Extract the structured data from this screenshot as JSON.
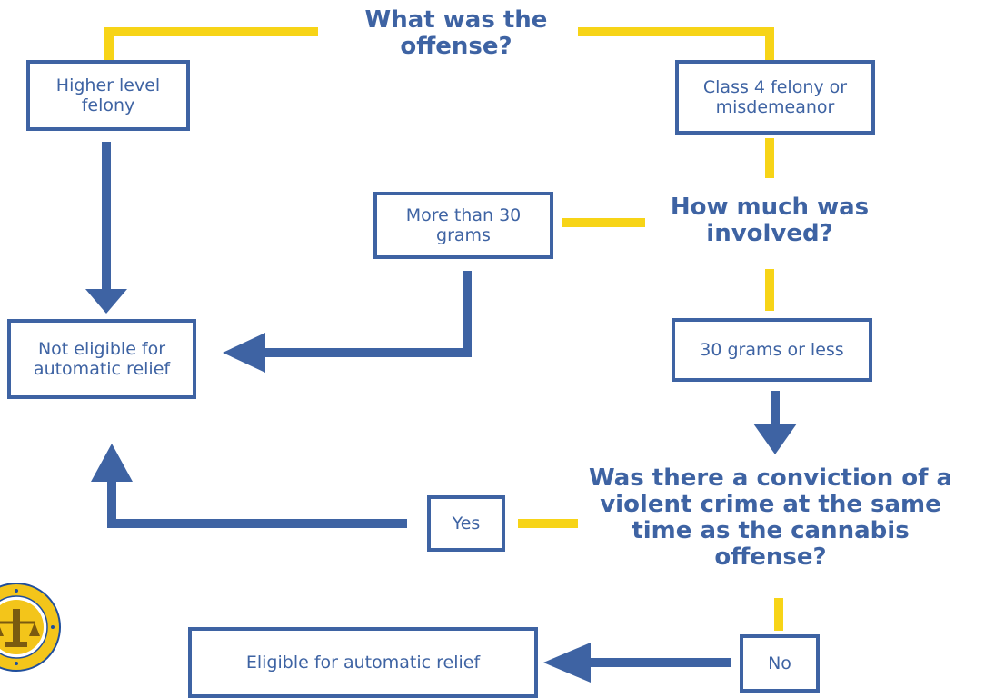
{
  "questions": {
    "q1": "What was the offense?",
    "q2": "How much was involved?",
    "q3": "Was there a conviction of a violent crime at the same time as the cannabis offense?"
  },
  "boxes": {
    "higher_felony": "Higher level felony",
    "class4": "Class 4 felony or misdemeanor",
    "more_than_30": "More than 30 grams",
    "thirty_or_less": "30 grams or less",
    "not_eligible": "Not eligible for automatic relief",
    "yes": "Yes",
    "no": "No",
    "eligible": "Eligible for automatic relief"
  },
  "colors": {
    "blue": "#3e63a3",
    "yellow": "#f7d417"
  },
  "icons": {
    "seal": "attorney-seal-icon"
  }
}
